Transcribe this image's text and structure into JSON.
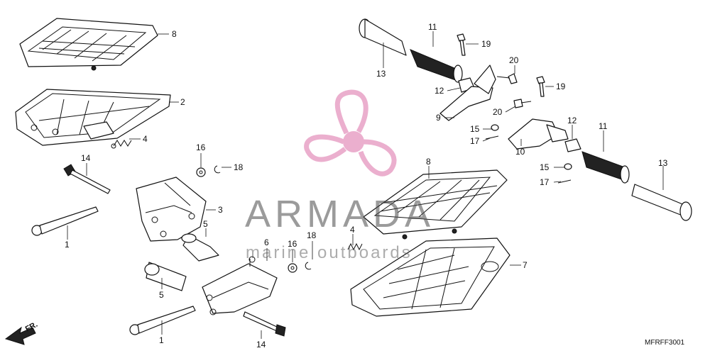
{
  "callouts": [
    {
      "id": "c8a",
      "text": "8"
    },
    {
      "id": "c2",
      "text": "2"
    },
    {
      "id": "c4a",
      "text": "4"
    },
    {
      "id": "c16a",
      "text": "16"
    },
    {
      "id": "c18a",
      "text": "18"
    },
    {
      "id": "c14a",
      "text": "14"
    },
    {
      "id": "c3",
      "text": "3"
    },
    {
      "id": "c5a",
      "text": "5"
    },
    {
      "id": "c1a",
      "text": "1"
    },
    {
      "id": "c6",
      "text": "6"
    },
    {
      "id": "c16b",
      "text": "16"
    },
    {
      "id": "c18b",
      "text": "18"
    },
    {
      "id": "c4b",
      "text": "4"
    },
    {
      "id": "c5b",
      "text": "5"
    },
    {
      "id": "c1b",
      "text": "1"
    },
    {
      "id": "c14b",
      "text": "14"
    },
    {
      "id": "c11a",
      "text": "11"
    },
    {
      "id": "c19a",
      "text": "19"
    },
    {
      "id": "c13a",
      "text": "13"
    },
    {
      "id": "c20a",
      "text": "20"
    },
    {
      "id": "c12a",
      "text": "12"
    },
    {
      "id": "c19b",
      "text": "19"
    },
    {
      "id": "c9",
      "text": "9"
    },
    {
      "id": "c20b",
      "text": "20"
    },
    {
      "id": "c15a",
      "text": "15"
    },
    {
      "id": "c17a",
      "text": "17"
    },
    {
      "id": "c12b",
      "text": "12"
    },
    {
      "id": "c11b",
      "text": "11"
    },
    {
      "id": "c10",
      "text": "10"
    },
    {
      "id": "c8b",
      "text": "8"
    },
    {
      "id": "c15b",
      "text": "15"
    },
    {
      "id": "c17b",
      "text": "17"
    },
    {
      "id": "c13b",
      "text": "13"
    },
    {
      "id": "c7",
      "text": "7"
    }
  ],
  "watermark": {
    "brand": "ARMADA",
    "tagline": "marine outboards"
  },
  "diagram_code": "MFRFF3001",
  "front_arrow_label": "FR.",
  "colors": {
    "logo_pink": "#e8a2c6",
    "line": "#111111",
    "watermark_gray": "#4a4a4a"
  }
}
